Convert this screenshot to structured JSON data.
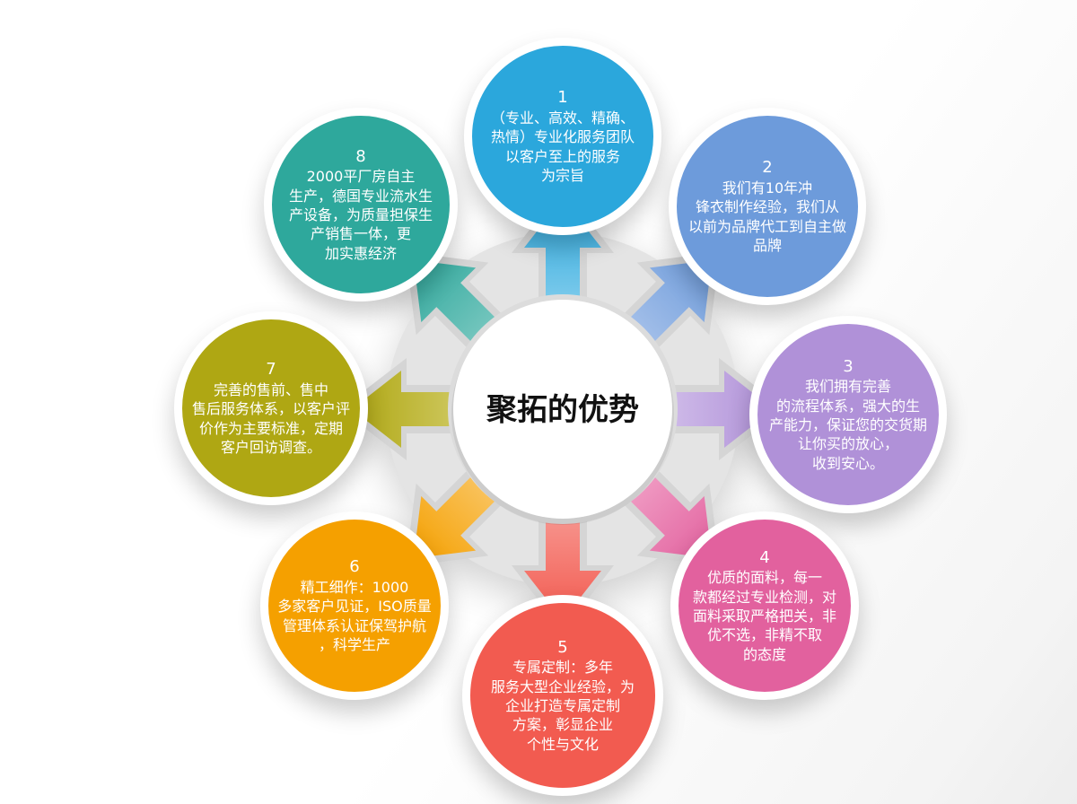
{
  "center": {
    "title": "聚拓的优势"
  },
  "circles": [
    {
      "number": "1",
      "text": "（专业、高效、精确、\n热情）专业化服务团队\n以客户至上的服务\n为宗旨",
      "color": "#2BA7DC",
      "color_soft": "#8ED2EF"
    },
    {
      "number": "2",
      "text": "我们有10年冲\n锋衣制作经验，我们从\n以前为品牌代工到自主做\n品牌",
      "color": "#6D9BDB",
      "color_soft": "#AFC7EC"
    },
    {
      "number": "3",
      "text": "我们拥有完善\n的流程体系，强大的生\n产能力，保证您的交货期\n让你买的放心，\n收到安心。",
      "color": "#B091D8",
      "color_soft": "#D5C3EC"
    },
    {
      "number": "4",
      "text": "优质的面料，每一\n款都经过专业检测，对\n面料采取严格把关，非\n优不选，非精不取\n的态度",
      "color": "#E2619E",
      "color_soft": "#F2A6CA"
    },
    {
      "number": "5",
      "text": "专属定制：多年\n服务大型企业经验，为\n企业打造专属定制\n方案，彰显企业\n个性与文化",
      "color": "#F25B50",
      "color_soft": "#F8A09A"
    },
    {
      "number": "6",
      "text": "精工细作：1000\n多家客户见证，ISO质量\n管理体系认证保驾护航\n，科学生产",
      "color": "#F5A000",
      "color_soft": "#FACB74"
    },
    {
      "number": "7",
      "text": "完善的售前、售中\n售后服务体系，以客户评\n价作为主要标准，定期\n客户回访调查。",
      "color": "#AFA713",
      "color_soft": "#D3CD6B"
    },
    {
      "number": "8",
      "text": "2000平厂房自主\n生产，德国专业流水生\n产设备，为质量担保生\n产销售一体，更\n加实惠经济",
      "color": "#2EA89C",
      "color_soft": "#86CDC6"
    }
  ]
}
